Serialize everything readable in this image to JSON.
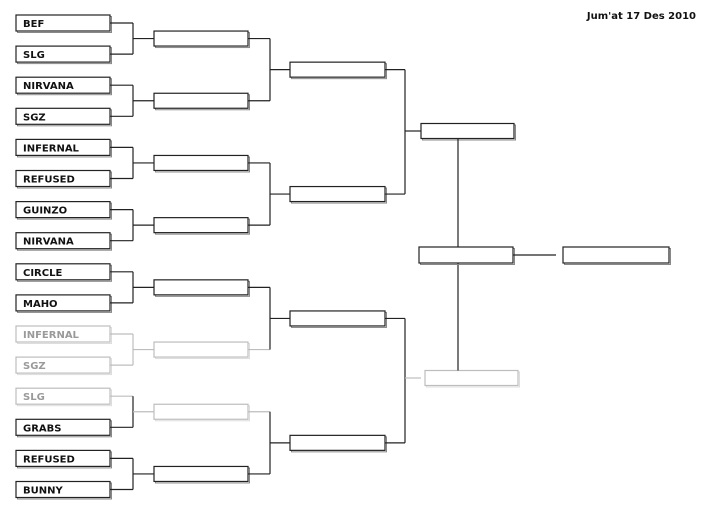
{
  "header": {
    "date": "Jum'at 17 Des 2010"
  },
  "colors": {
    "active": "#222222",
    "faded": "#bdbdbd"
  },
  "round1": [
    {
      "name": "BEF",
      "faded": false
    },
    {
      "name": "SLG",
      "faded": false
    },
    {
      "name": "NIRVANA",
      "faded": false
    },
    {
      "name": "SGZ",
      "faded": false
    },
    {
      "name": "INFERNAL",
      "faded": false
    },
    {
      "name": "REFUSED",
      "faded": false
    },
    {
      "name": "GUINZO",
      "faded": false
    },
    {
      "name": "NIRVANA",
      "faded": false
    },
    {
      "name": "CIRCLE",
      "faded": false
    },
    {
      "name": "MAHO",
      "faded": false
    },
    {
      "name": "INFERNAL",
      "faded": true
    },
    {
      "name": "SGZ",
      "faded": true
    },
    {
      "name": "SLG",
      "faded": true
    },
    {
      "name": "GRABS",
      "faded": false
    },
    {
      "name": "REFUSED",
      "faded": false
    },
    {
      "name": "BUNNY",
      "faded": false
    }
  ],
  "round2_faded": [
    false,
    false,
    false,
    false,
    false,
    true,
    true,
    false
  ],
  "round3_faded": [
    false,
    false,
    false,
    false
  ],
  "round4_faded": [
    false,
    true
  ]
}
